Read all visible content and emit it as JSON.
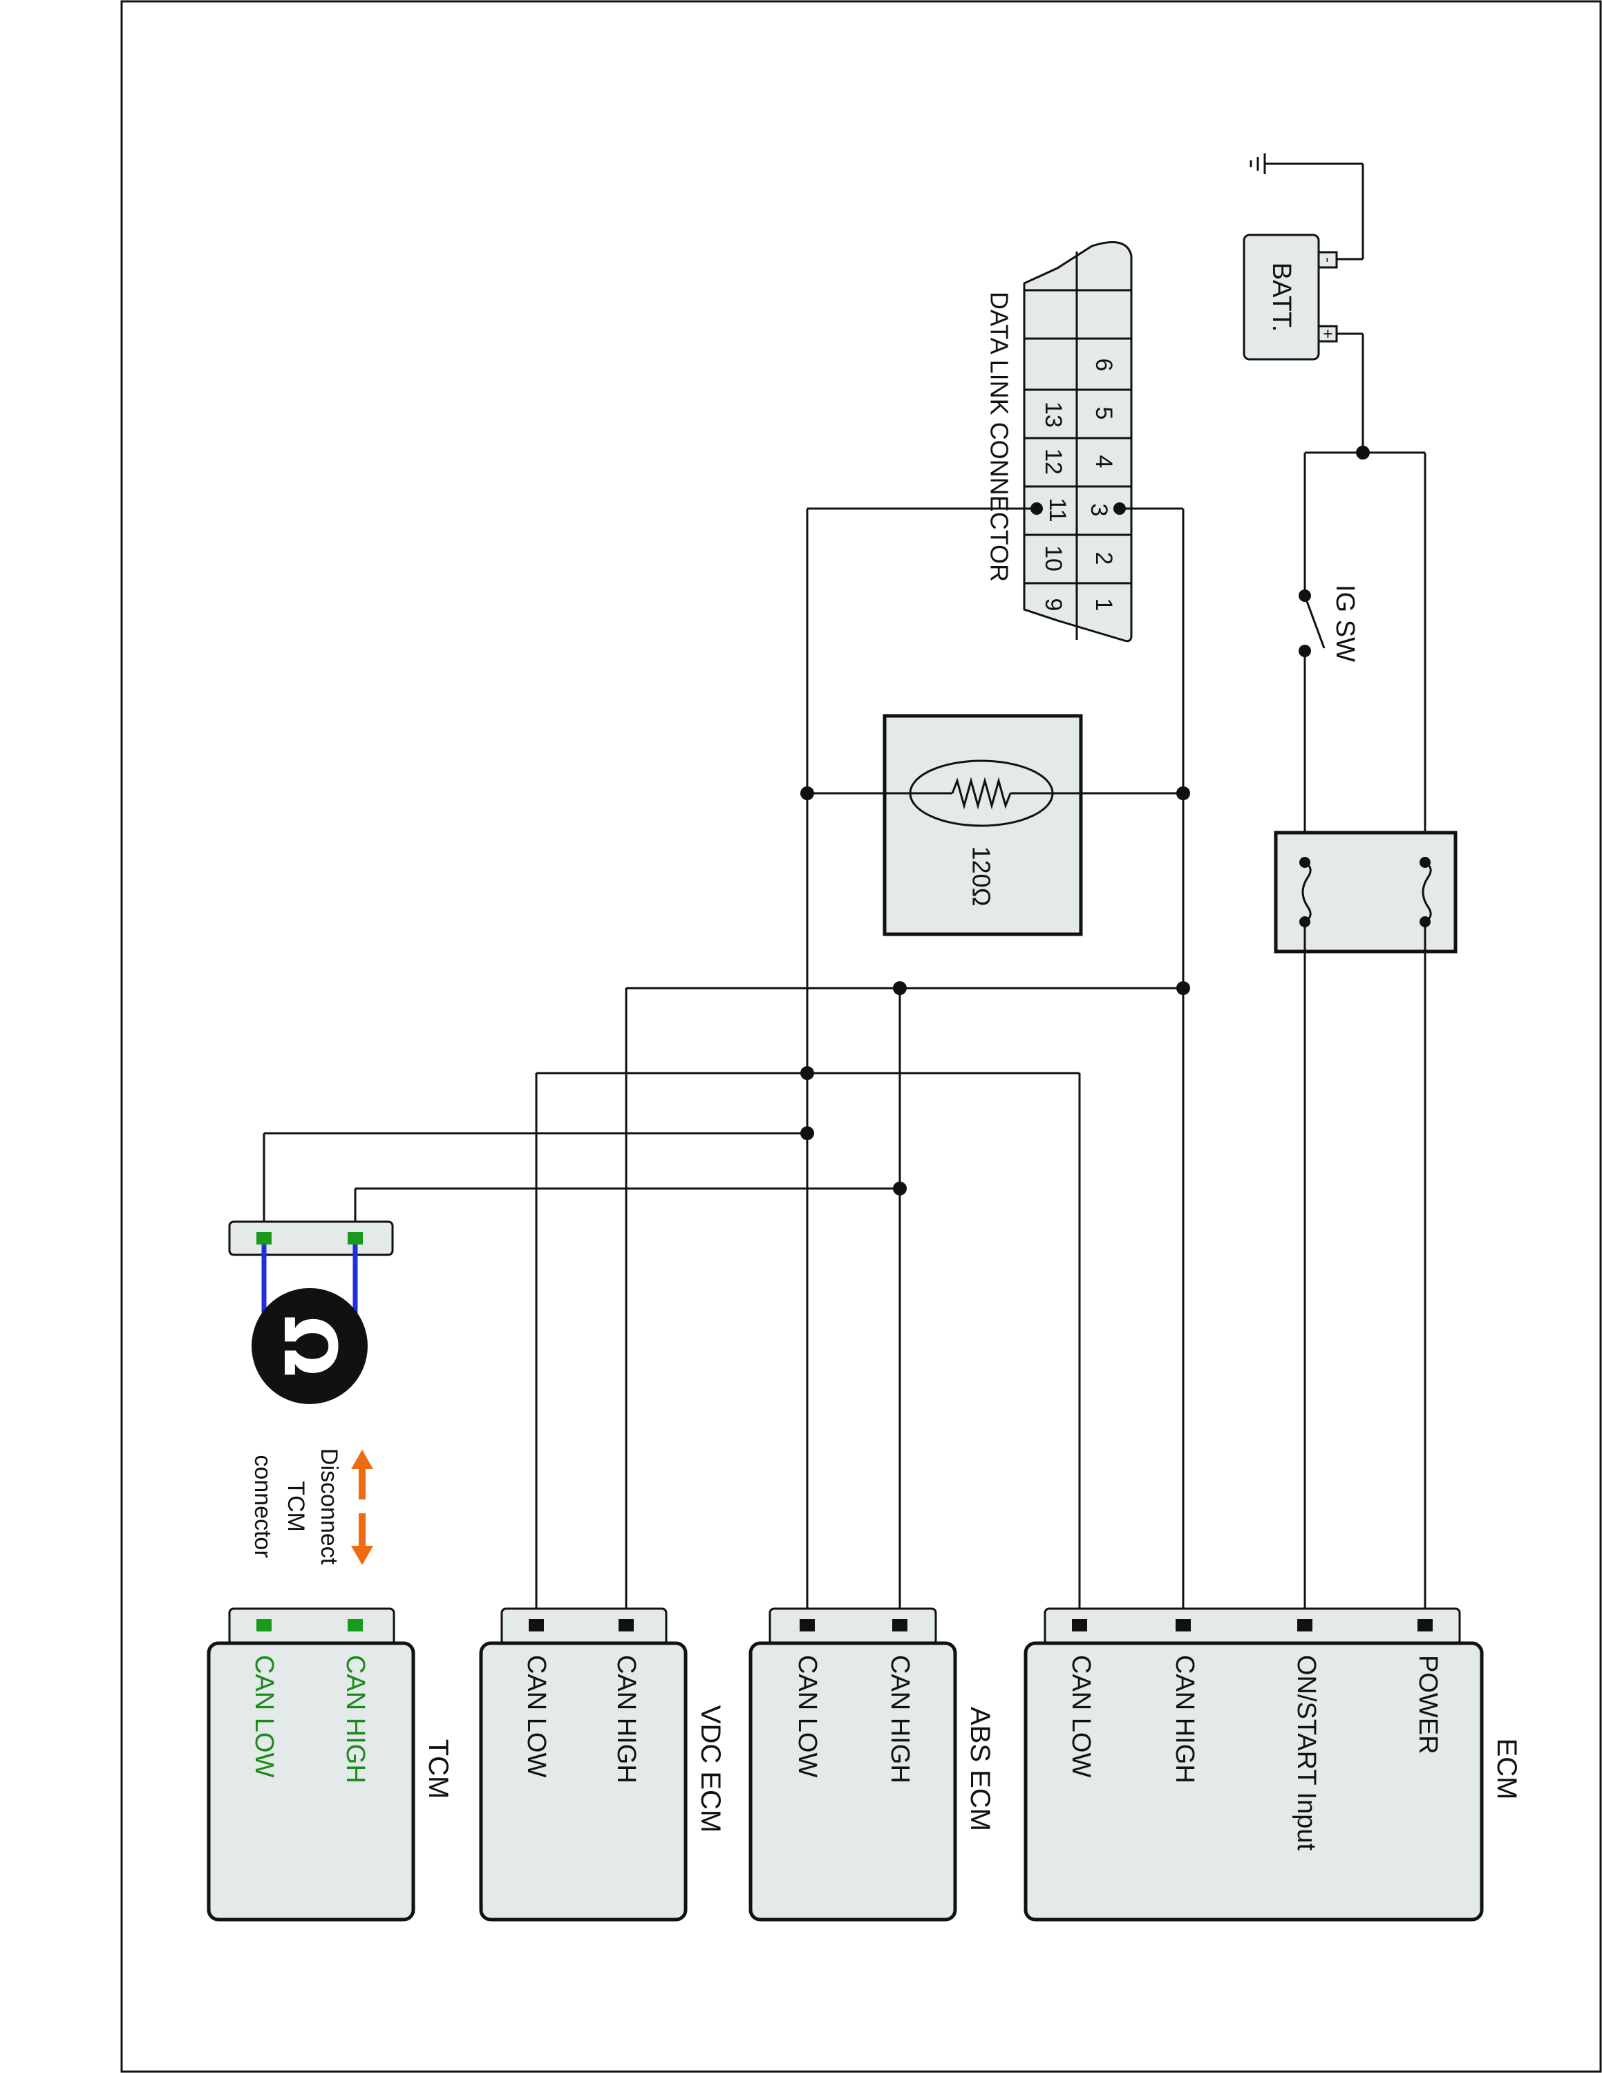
{
  "modules": {
    "ecm": {
      "title": "ECM",
      "pins": [
        "POWER",
        "ON/START Input",
        "CAN HIGH",
        "CAN LOW"
      ]
    },
    "abs": {
      "title": "ABS ECM",
      "pins": [
        "CAN HIGH",
        "CAN LOW"
      ]
    },
    "vdc": {
      "title": "VDC ECM",
      "pins": [
        "CAN HIGH",
        "CAN LOW"
      ]
    },
    "tcm": {
      "title": "TCM",
      "pins": [
        "CAN HIGH",
        "CAN LOW"
      ]
    }
  },
  "battery_label": "BATT.",
  "battery_neg": "-",
  "battery_pos": "+",
  "ig_sw_label": "IG SW",
  "resistor_label": "120Ω",
  "dlc_label": "DATA LINK CONNECTOR",
  "dlc_pins_top": [
    "6",
    "5",
    "4",
    "3",
    "2",
    "1"
  ],
  "dlc_pins_bottom": [
    "13",
    "12",
    "11",
    "10",
    "9"
  ],
  "disconnect_note": [
    "Disconnect",
    "TCM",
    "connector"
  ],
  "colors": {
    "tcm_pin_text": "#1a8a1a",
    "tcm_pin_marker": "#1a9a1a",
    "breakout_wire": "#1f2ee0",
    "arrow": "#ee6b12",
    "fill": "#e4e9e9"
  },
  "ohmmeter_icon": "ohm-symbol"
}
